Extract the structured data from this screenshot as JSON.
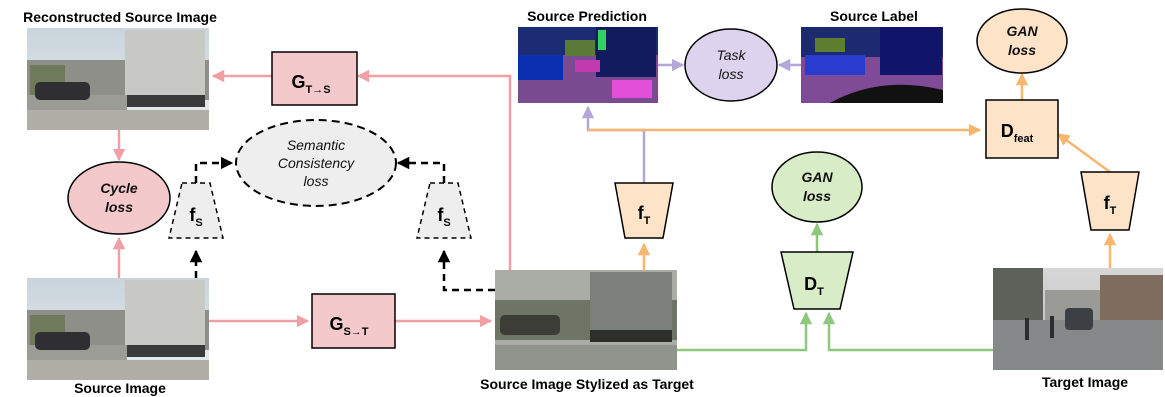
{
  "captions": {
    "reconstructed_source_image": "Reconstructed Source Image",
    "source_image": "Source Image",
    "source_image_stylized": "Source Image Stylized as Target",
    "target_image": "Target Image",
    "source_prediction": "Source Prediction",
    "source_label": "Source Label"
  },
  "losses": {
    "cycle": [
      "Cycle",
      "loss"
    ],
    "semantic": [
      "Semantic",
      "Consistency",
      "loss"
    ],
    "task": [
      "Task",
      "loss"
    ],
    "gan_image": [
      "GAN",
      "loss"
    ],
    "gan_feat": [
      "GAN",
      "loss"
    ]
  },
  "modules": {
    "g_t_to_s": {
      "main": "G",
      "sub": "T→S"
    },
    "g_s_to_t": {
      "main": "G",
      "sub": "S→T"
    },
    "f_s_left": {
      "main": "f",
      "sub": "S"
    },
    "f_s_right": {
      "main": "f",
      "sub": "S"
    },
    "f_t_source": {
      "main": "f",
      "sub": "T"
    },
    "f_t_target": {
      "main": "f",
      "sub": "T"
    },
    "d_t": {
      "main": "D",
      "sub": "T"
    },
    "d_feat": {
      "main": "D",
      "sub": "feat"
    }
  },
  "colors": {
    "pink_arrow": "#f0a0a4",
    "pink_fill": "#f4c9cc",
    "purple_arrow": "#b5a6d8",
    "purple_fill": "#ddd3ef",
    "orange_arrow": "#f6b66e",
    "orange_fill": "#fde3c8",
    "green_arrow": "#8fc77f",
    "green_fill": "#d8ecc8",
    "gray_fill": "#eeeeee"
  }
}
